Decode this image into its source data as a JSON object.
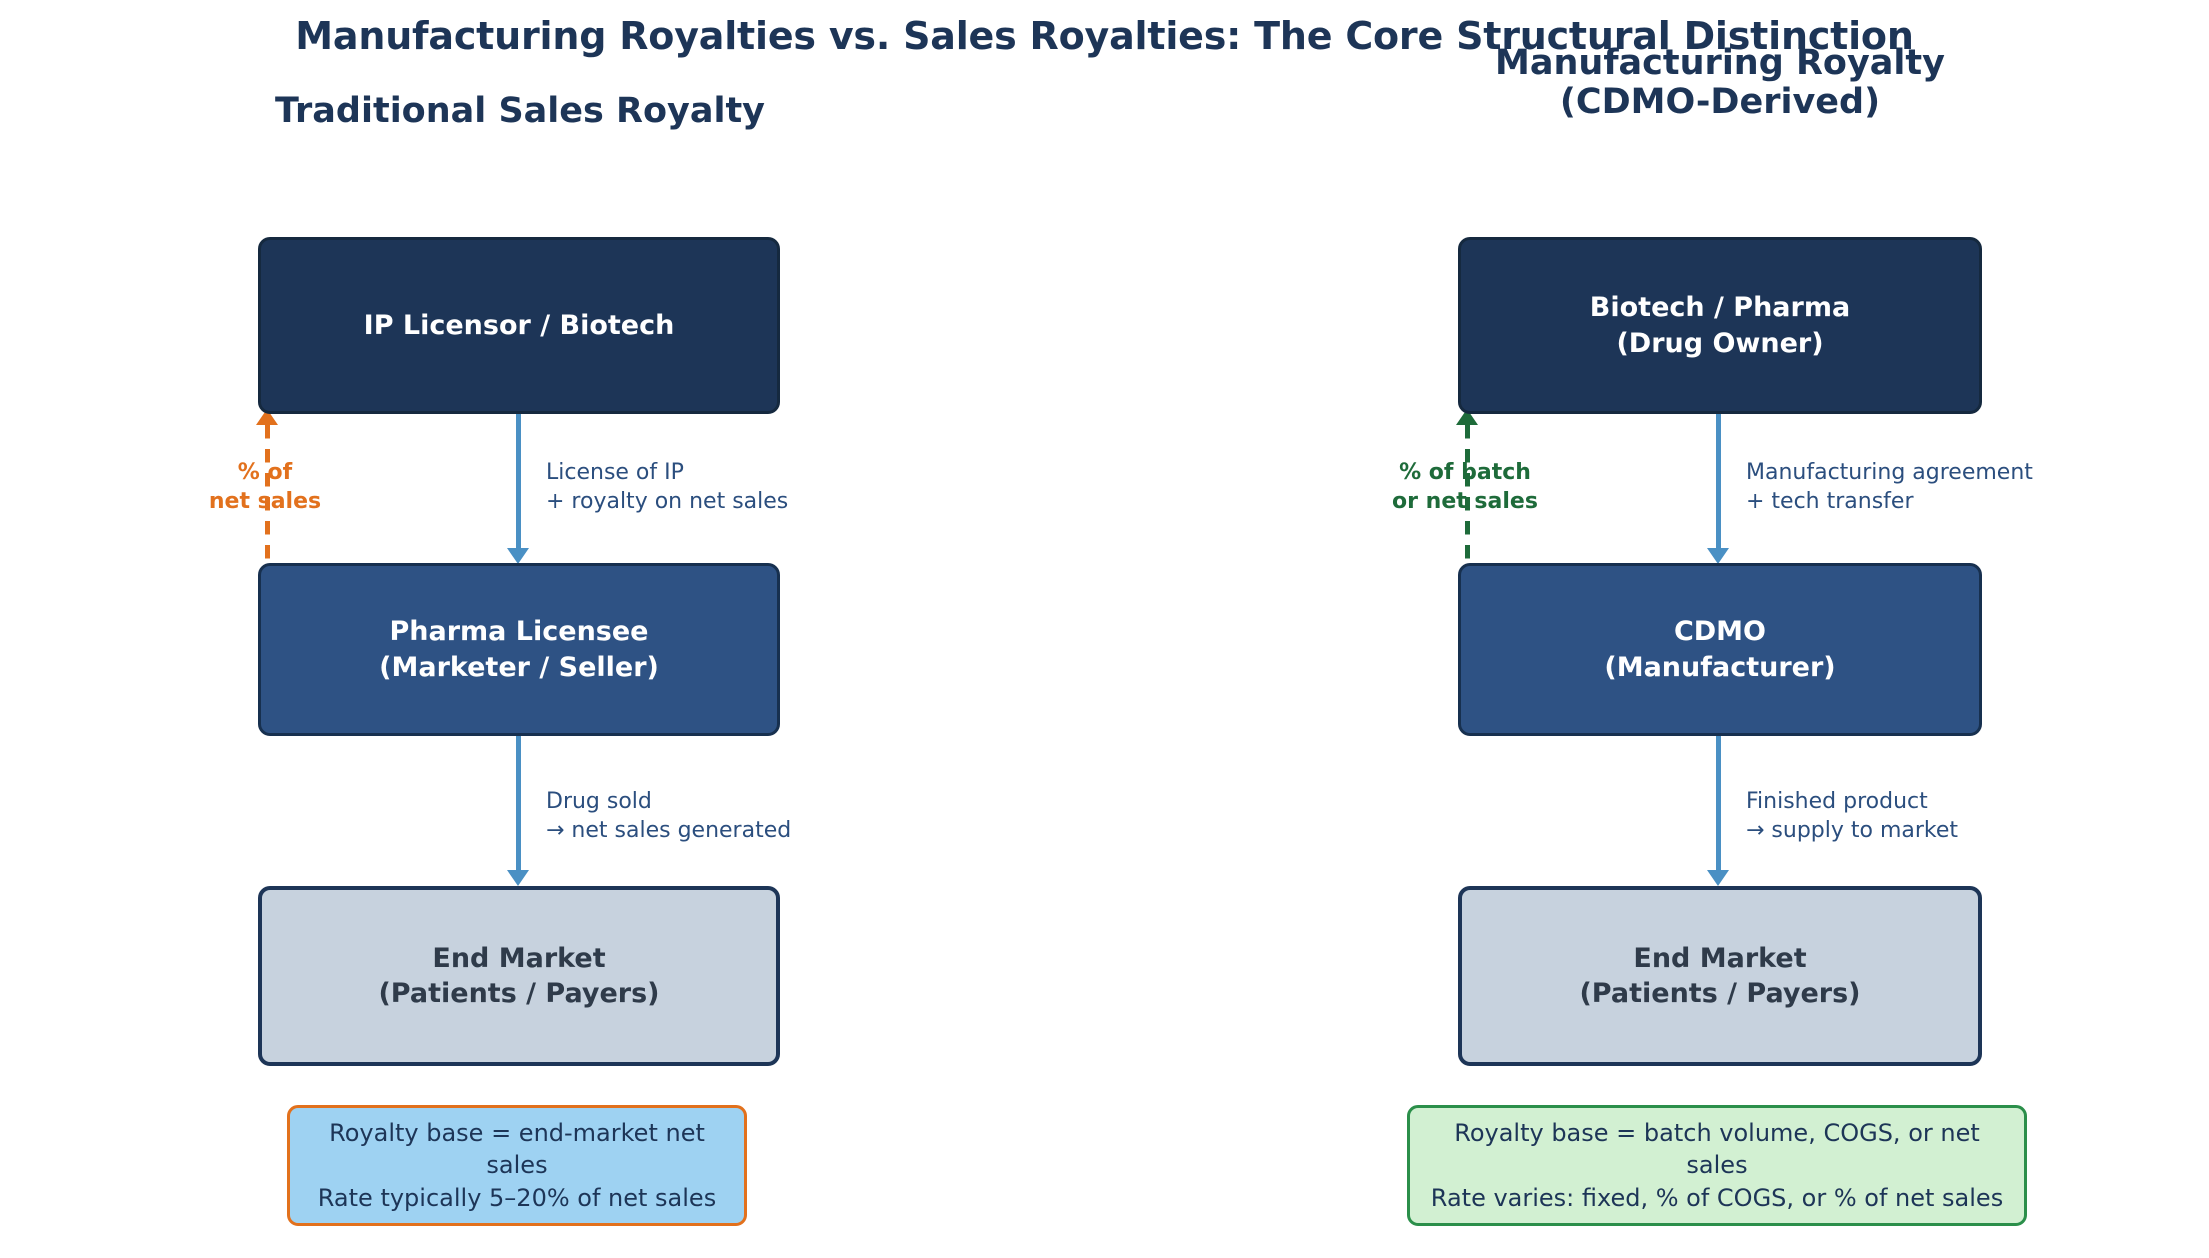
{
  "figure": {
    "title": "Manufacturing Royalties vs. Sales Royalties: The Core Structural Distinction"
  },
  "columns": {
    "left": {
      "heading": "Traditional Sales Royalty",
      "nodes": {
        "top": "IP Licensor / Biotech",
        "middle": "Pharma Licensee\n(Marketer / Seller)",
        "bottom": "End Market\n(Patients / Payers)"
      },
      "edges": {
        "down_1": "License of IP\n+ royalty on net sales",
        "down_2": "Drug sold\n→ net sales generated",
        "up_return": "% of\nnet sales"
      },
      "note": "Royalty base = end-market net sales\nRate typically 5–20% of net sales"
    },
    "right": {
      "heading": "Manufacturing Royalty\n(CDMO-Derived)",
      "nodes": {
        "top": "Biotech / Pharma\n(Drug Owner)",
        "middle": "CDMO\n(Manufacturer)",
        "bottom": "End Market\n(Patients / Payers)"
      },
      "edges": {
        "down_1": "Manufacturing agreement\n+ tech transfer",
        "down_2": "Finished product\n→ supply to market",
        "up_return": "% of batch\nor net sales"
      },
      "note": "Royalty base = batch volume, COGS, or net sales\nRate varies: fixed, % of COGS, or % of net sales"
    }
  },
  "colors": {
    "dark_node": "#1d3557",
    "mid_node": "#2e5284",
    "light_node": "#c7d2de",
    "flow_arrow": "#4a90c4",
    "sales_royalty_accent": "#e2711d",
    "manufacturing_royalty_accent": "#1e6b3a",
    "sales_note_fill": "#9ed2f2",
    "manufacturing_note_fill": "#d2f0d2"
  }
}
